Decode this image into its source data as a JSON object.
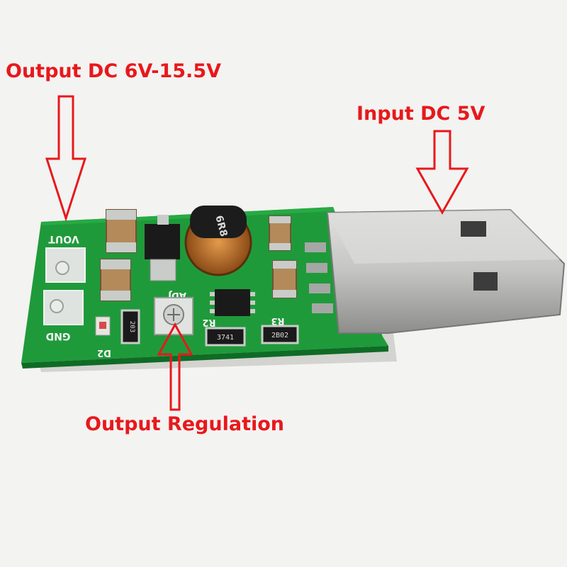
{
  "callouts": {
    "output": "Output DC 6V-15.5V",
    "input": "Input DC 5V",
    "regulation": "Output Regulation"
  },
  "silkscreen": {
    "vout": "VOUT",
    "gnd": "GND",
    "adj": "ADJ",
    "d2": "D2",
    "r2": "R2",
    "r3": "R3"
  },
  "chip_markings": {
    "inductor": "6R8",
    "resistor_a": "203",
    "resistor_r2": "3741",
    "resistor_r3": "2B02"
  },
  "colors": {
    "callout_text": "#e8181c",
    "pcb_green": "#1f9a3a",
    "silkscreen": "#f2f2f2",
    "usb_metal": "#c9c9c7",
    "background": "#f3f3f1"
  }
}
